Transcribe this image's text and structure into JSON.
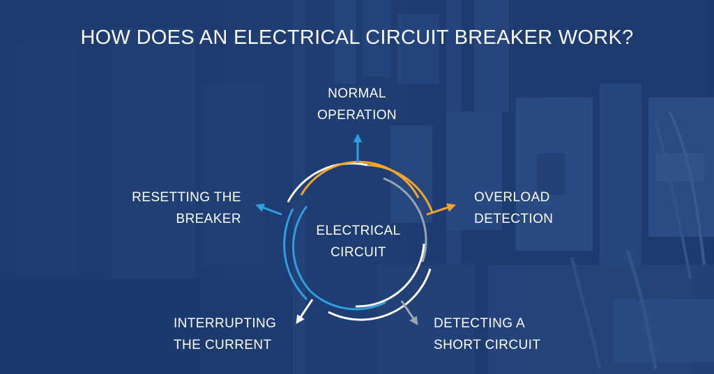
{
  "title": "HOW DOES AN ELECTRICAL CIRCUIT BREAKER WORK?",
  "center": {
    "line1": "ELECTRICAL",
    "line2": "CIRCUIT"
  },
  "steps": {
    "normal": {
      "line1": "NORMAL",
      "line2": "OPERATION"
    },
    "overload": {
      "line1": "OVERLOAD",
      "line2": "DETECTION"
    },
    "short": {
      "line1": "DETECTING A",
      "line2": "SHORT CIRCUIT"
    },
    "interrupt": {
      "line1": "INTERRUPTING",
      "line2": "THE CURRENT"
    },
    "reset": {
      "line1": "RESETTING THE",
      "line2": "BREAKER"
    }
  },
  "colors": {
    "background": "#1b3769",
    "text": "#ffffff",
    "arc_blue": "#2f9fe0",
    "arc_orange": "#f4a62a",
    "arc_gray": "#9aa4b2",
    "arc_white": "#ffffff"
  },
  "icons": {
    "arrow": "arrow-head"
  }
}
